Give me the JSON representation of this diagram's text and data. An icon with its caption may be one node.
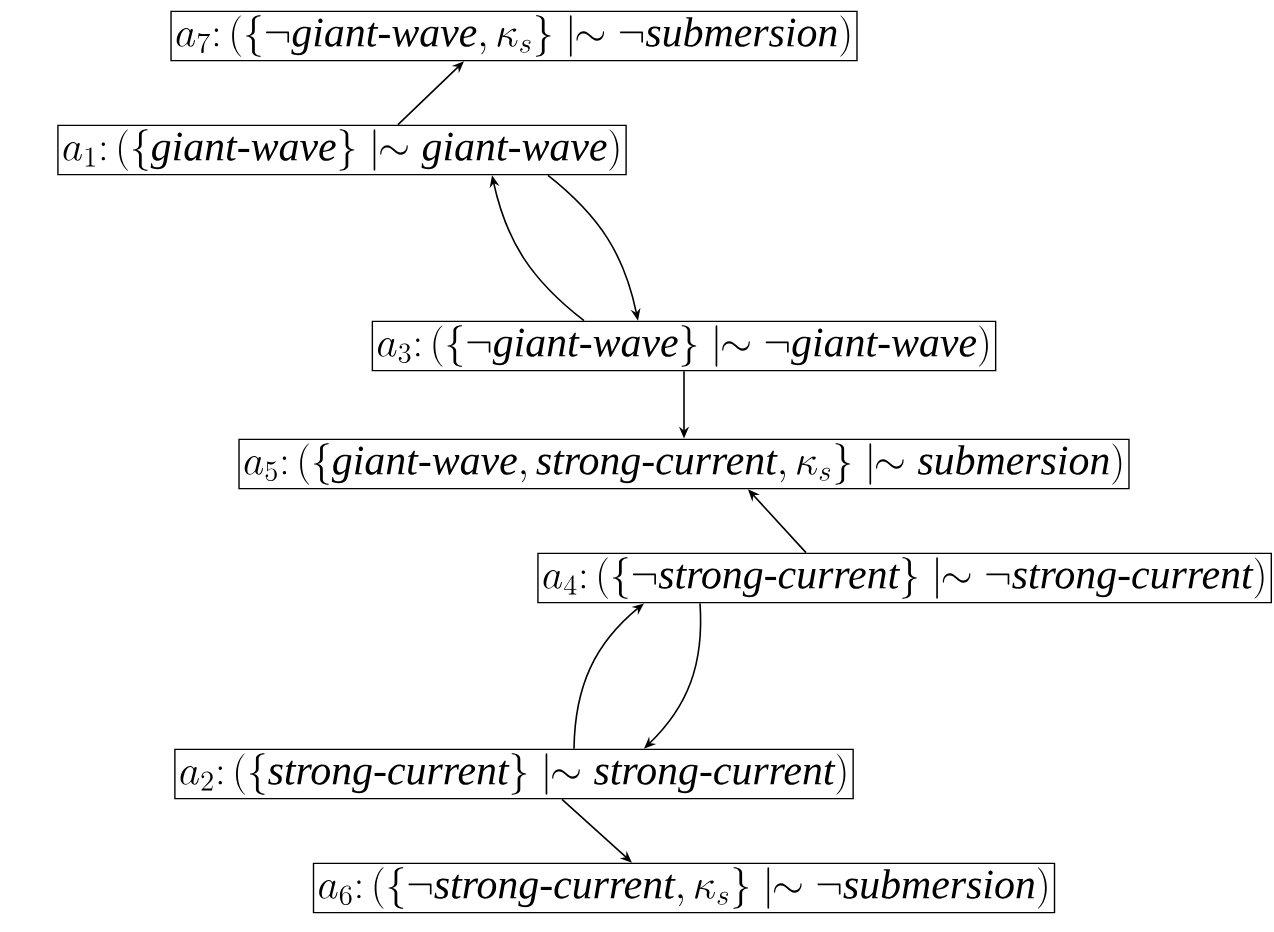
{
  "diagram": {
    "nodes": [
      {
        "text": [
          "a_7\\colon (\\{\\neg \\textit{giant-wave}, \\kappa_s\\} \\mathrel{|\\!\\!\\sim} \\neg \\textit{submersion})"
        ]
      },
      {
        "text": [
          "a_1\\colon (\\{\\textit{giant-wave}\\} \\mathrel{|\\!\\!\\sim} \\textit{giant-wave})"
        ]
      },
      {
        "text": [
          "a_3\\colon (\\{\\neg \\textit{giant-wave}\\} \\mathrel{|\\!\\!\\sim} \\neg \\textit{giant-wave})"
        ]
      },
      {
        "text": [
          "a_5\\colon (\\{\\textit{giant-wave}, \\textit{strong-current}, \\kappa_s\\} \\mathrel{|\\!\\!\\sim} \\textit{submersion})"
        ]
      },
      {
        "text": [
          "a_4\\colon (\\{\\neg \\textit{strong-current}\\} \\mathrel{|\\!\\!\\sim} \\neg \\textit{strong-current})"
        ]
      },
      {
        "text": [
          "a_2\\colon (\\{\\textit{strong-current}\\} \\mathrel{|\\!\\!\\sim} \\textit{strong-current})"
        ]
      },
      {
        "text": [
          "a_6\\colon (\\{\\neg \\textit{strong-current}, \\kappa_s\\} \\mathrel{|\\!\\!\\sim} \\neg \\textit{submersion})"
        ]
      }
    ],
    "edges": [
      {
        "from": 1,
        "to": 0,
        "arrow": "to"
      },
      {
        "from": 2,
        "to": 1,
        "arrow": "to"
      },
      {
        "from": 1,
        "to": 2,
        "arrow": "to"
      },
      {
        "from": 2,
        "to": 3,
        "arrow": "to"
      },
      {
        "from": 4,
        "to": 3,
        "arrow": "to"
      },
      {
        "from": 5,
        "to": 4,
        "arrow": "to"
      },
      {
        "from": 4,
        "to": 5,
        "arrow": "to"
      },
      {
        "from": 5,
        "to": 6,
        "arrow": "to"
      }
    ]
  }
}
